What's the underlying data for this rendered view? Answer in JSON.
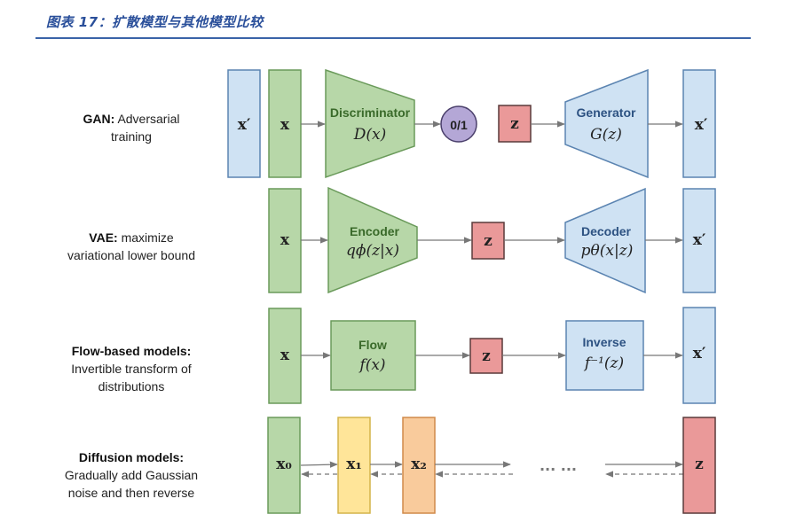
{
  "caption": "图表 17：扩散模型与其他模型比较",
  "colors": {
    "caption": "#2a4f9a",
    "green_fill": "#b7d7a8",
    "green_stroke": "#6a9a5a",
    "green_text": "#3a6a2a",
    "blue_fill": "#cfe2f3",
    "blue_stroke": "#5b84b1",
    "blue_text": "#2d5282",
    "red_fill": "#ea9999",
    "red_stroke": "#5a3a3a",
    "purple_fill": "#b4a7d6",
    "purple_stroke": "#4a3f6b",
    "yellow_fill": "#ffe599",
    "yellow_stroke": "#d4b44a",
    "orange_fill": "#f9cb9c",
    "orange_stroke": "#d08a4a",
    "arrow": "#777777"
  },
  "rows": [
    {
      "name": "gan",
      "title": "GAN:",
      "desc_lines": [
        "Adversarial",
        "training"
      ],
      "title_inline": true,
      "nodes": {
        "x_prime_in": "x′",
        "x": "x",
        "discriminator_title": "Discriminator",
        "discriminator_fn": "D(x)",
        "output": "0/1",
        "z": "z",
        "generator_title": "Generator",
        "generator_fn": "G(z)",
        "x_prime_out": "x′"
      }
    },
    {
      "name": "vae",
      "title": "VAE:",
      "desc_lines": [
        "maximize",
        "variational lower bound"
      ],
      "title_inline": true,
      "nodes": {
        "x": "x",
        "encoder_title": "Encoder",
        "encoder_fn": "qϕ(z|x)",
        "z": "z",
        "decoder_title": "Decoder",
        "decoder_fn": "pθ(x|z)",
        "x_prime_out": "x′"
      }
    },
    {
      "name": "flow",
      "title": "Flow-based models:",
      "desc_lines": [
        "Invertible transform of",
        "distributions"
      ],
      "title_inline": false,
      "nodes": {
        "x": "x",
        "flow_title": "Flow",
        "flow_fn": "f(x)",
        "z": "z",
        "inverse_title": "Inverse",
        "inverse_fn": "f⁻¹(z)",
        "x_prime_out": "x′"
      }
    },
    {
      "name": "diffusion",
      "title": "Diffusion models:",
      "desc_lines": [
        "Gradually add Gaussian",
        "noise and then reverse"
      ],
      "title_inline": false,
      "nodes": {
        "x0": "x₀",
        "x1": "x₁",
        "x2": "x₂",
        "ellipsis": "··· ···",
        "z": "z"
      }
    }
  ]
}
